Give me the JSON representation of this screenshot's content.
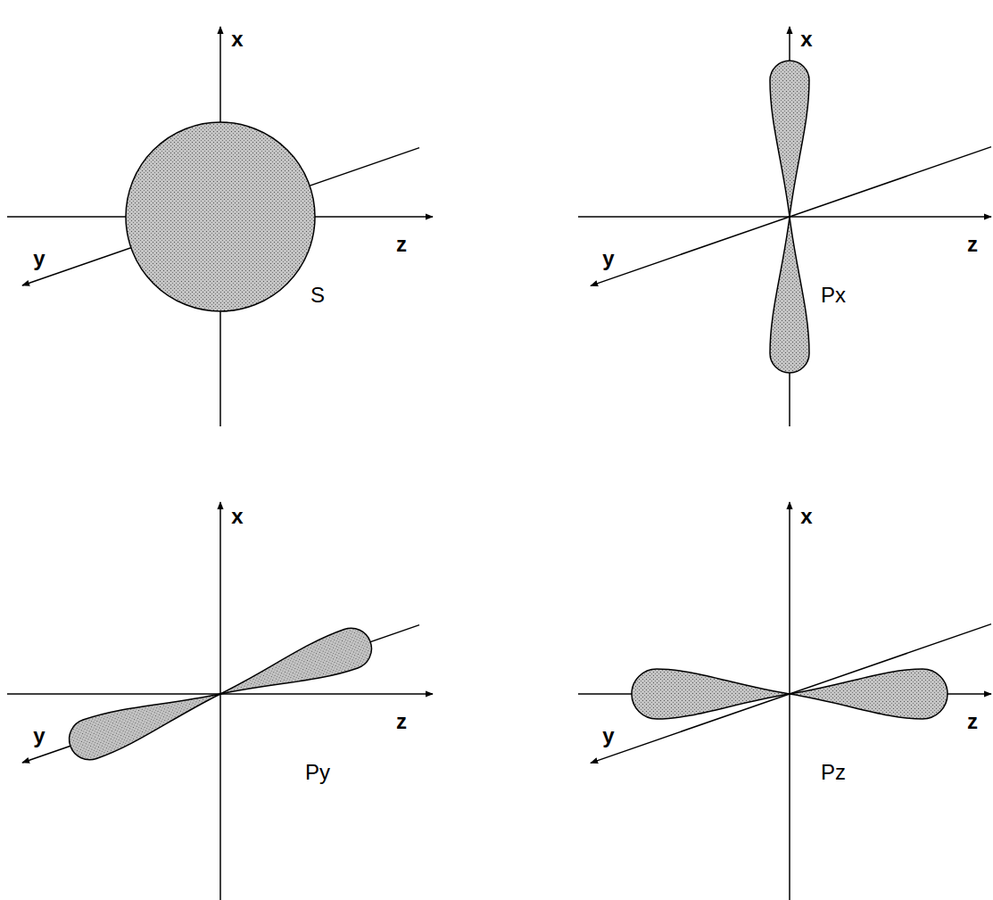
{
  "diagram": {
    "labels": [
      "x",
      "z",
      "y",
      "S",
      "x",
      "z",
      "y",
      "Px",
      "x",
      "z",
      "y",
      "Py",
      "x",
      "z",
      "y",
      "Pz"
    ]
  }
}
